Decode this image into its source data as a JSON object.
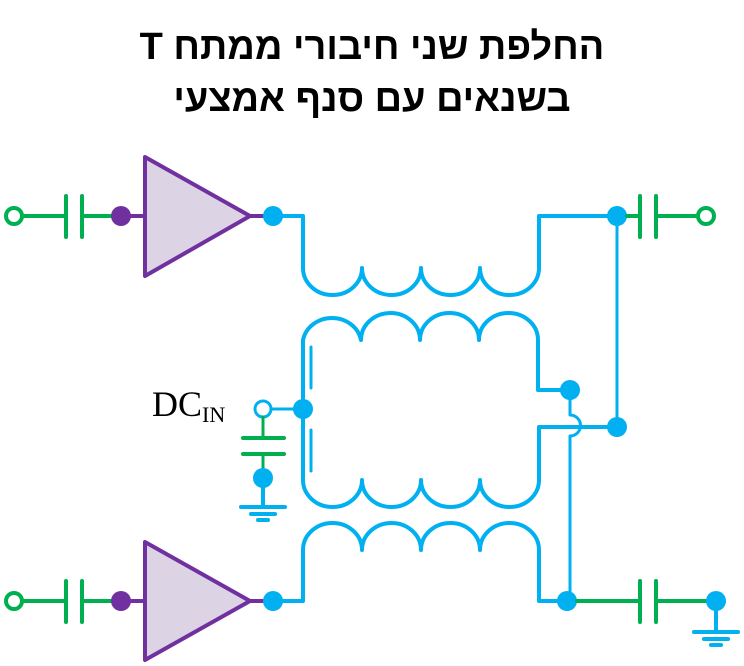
{
  "title": {
    "line1": "החלפת שני חיבורי ממתח T",
    "line2": "בשנאים עם סנף אמצעי"
  },
  "labels": {
    "dc_main": "DC",
    "dc_sub": "IN"
  },
  "colors": {
    "rf_path": "#00b050",
    "amplifier": "#7030a0",
    "amplifier_fill": "#dcd4e4",
    "transformer": "#00b0f0",
    "text": "#000000"
  },
  "components": {
    "amplifiers": [
      "top-amplifier",
      "bottom-amplifier"
    ],
    "transformers": [
      "top-winding",
      "center-tapped-winding",
      "bottom-winding"
    ],
    "capacitors": [
      "top-input-cap",
      "bottom-input-cap",
      "top-output-cap",
      "bottom-output-cap",
      "dc-bypass-cap"
    ],
    "grounds": [
      "dc-ground",
      "output-ground"
    ]
  }
}
